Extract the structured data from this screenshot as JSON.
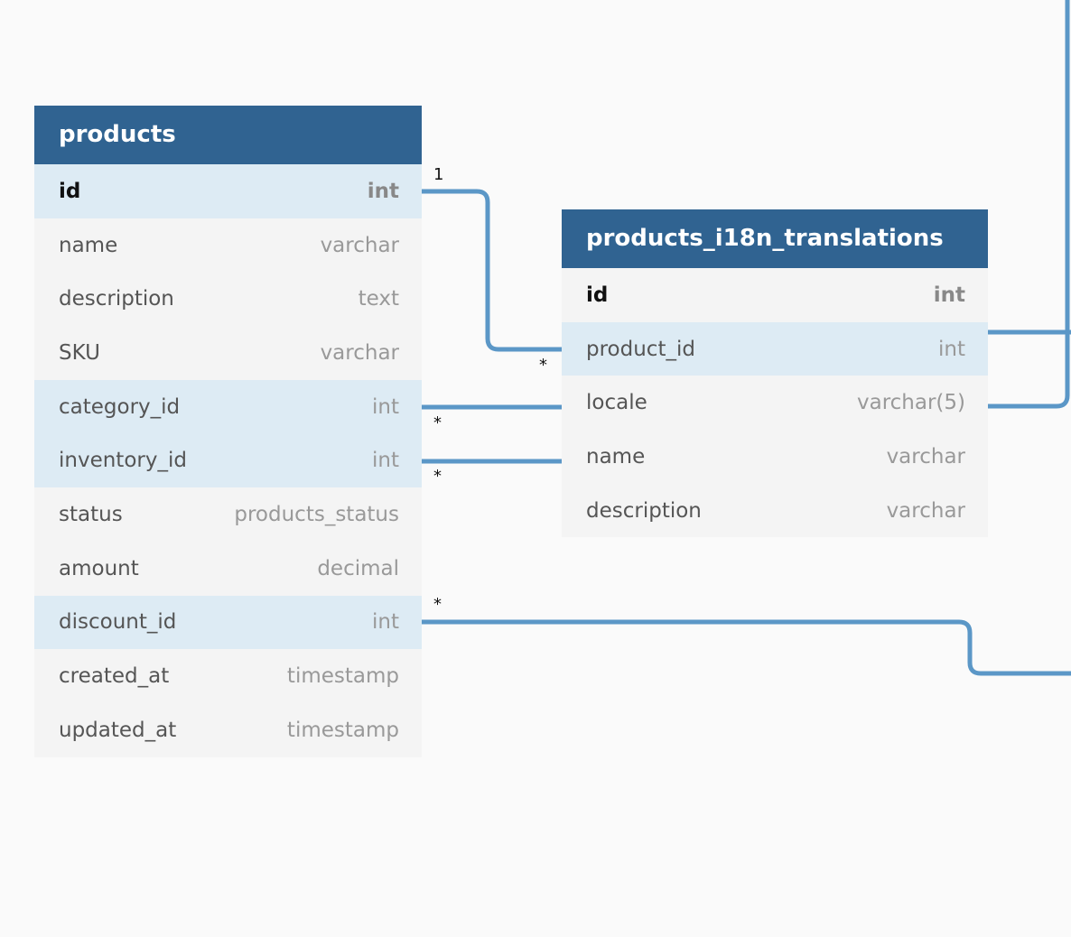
{
  "tables": [
    {
      "name": "products",
      "fields": [
        {
          "name": "id",
          "type": "int",
          "pk": true,
          "highlight": true
        },
        {
          "name": "name",
          "type": "varchar"
        },
        {
          "name": "description",
          "type": "text"
        },
        {
          "name": "SKU",
          "type": "varchar"
        },
        {
          "name": "category_id",
          "type": "int",
          "highlight": true
        },
        {
          "name": "inventory_id",
          "type": "int",
          "highlight": true
        },
        {
          "name": "status",
          "type": "products_status"
        },
        {
          "name": "amount",
          "type": "decimal"
        },
        {
          "name": "discount_id",
          "type": "int",
          "highlight": true
        },
        {
          "name": "created_at",
          "type": "timestamp"
        },
        {
          "name": "updated_at",
          "type": "timestamp"
        }
      ]
    },
    {
      "name": "products_i18n_translations",
      "fields": [
        {
          "name": "id",
          "type": "int",
          "pk": true
        },
        {
          "name": "product_id",
          "type": "int",
          "highlight": true
        },
        {
          "name": "locale",
          "type": "varchar(5)"
        },
        {
          "name": "name",
          "type": "varchar"
        },
        {
          "name": "description",
          "type": "varchar"
        }
      ]
    }
  ],
  "relationships": [
    {
      "from": "products.id",
      "to": "products_i18n_translations.product_id",
      "from_card": "1",
      "to_card": "*"
    },
    {
      "from": "products.category_id",
      "to": "off-screen",
      "from_card": "*"
    },
    {
      "from": "products.inventory_id",
      "to": "off-screen",
      "from_card": "*"
    },
    {
      "from": "products.discount_id",
      "to": "off-screen",
      "from_card": "*"
    },
    {
      "from": "products_i18n_translations.product_id",
      "to": "off-screen"
    },
    {
      "from": "products_i18n_translations.locale",
      "to": "off-screen"
    }
  ],
  "colors": {
    "header": "#306391",
    "row": "#f4f4f4",
    "row_highlight": "#ddebf4",
    "link": "#5b97c7",
    "background": "#fafafa"
  }
}
